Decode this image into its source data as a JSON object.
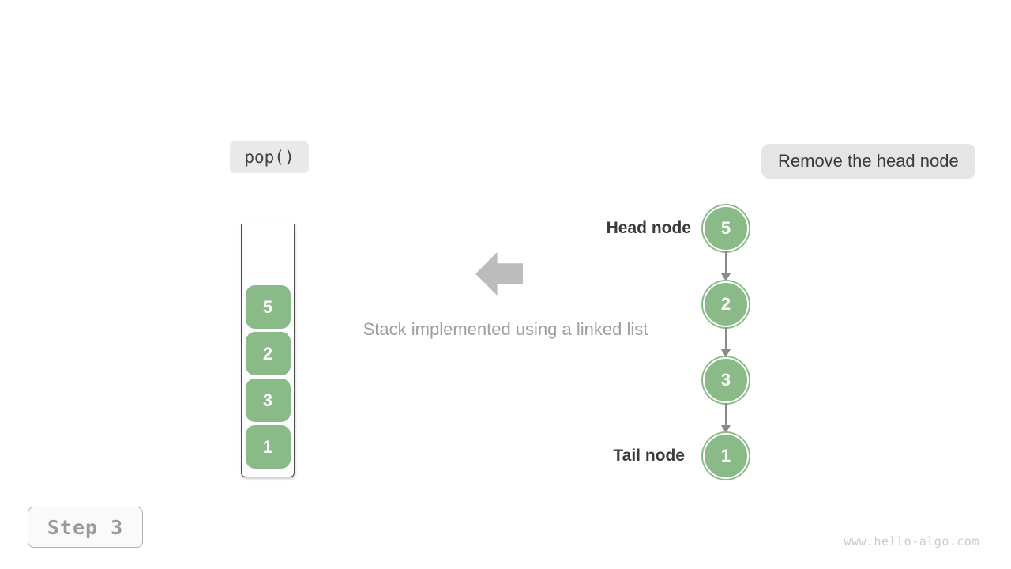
{
  "colors": {
    "node_green": "#8aba88",
    "block_arrow_gray": "#bcbcbc",
    "connector_gray": "#8a8a8a",
    "badge_bg": "#e7e7e7",
    "dark_text": "#3b3b3b",
    "muted_text": "#9e9e9e",
    "watermark_text": "#cbcbcb"
  },
  "operation_badge": {
    "label": "pop()"
  },
  "description_badge": {
    "label": "Remove the head node"
  },
  "stack": {
    "items": [
      "5",
      "2",
      "3",
      "1"
    ]
  },
  "caption": "Stack implemented using a linked list",
  "linked_list": {
    "head_label": "Head node",
    "tail_label": "Tail node",
    "nodes": [
      "5",
      "2",
      "3",
      "1"
    ]
  },
  "step_badge": {
    "label": "Step 3"
  },
  "watermark": "www.hello-algo.com"
}
